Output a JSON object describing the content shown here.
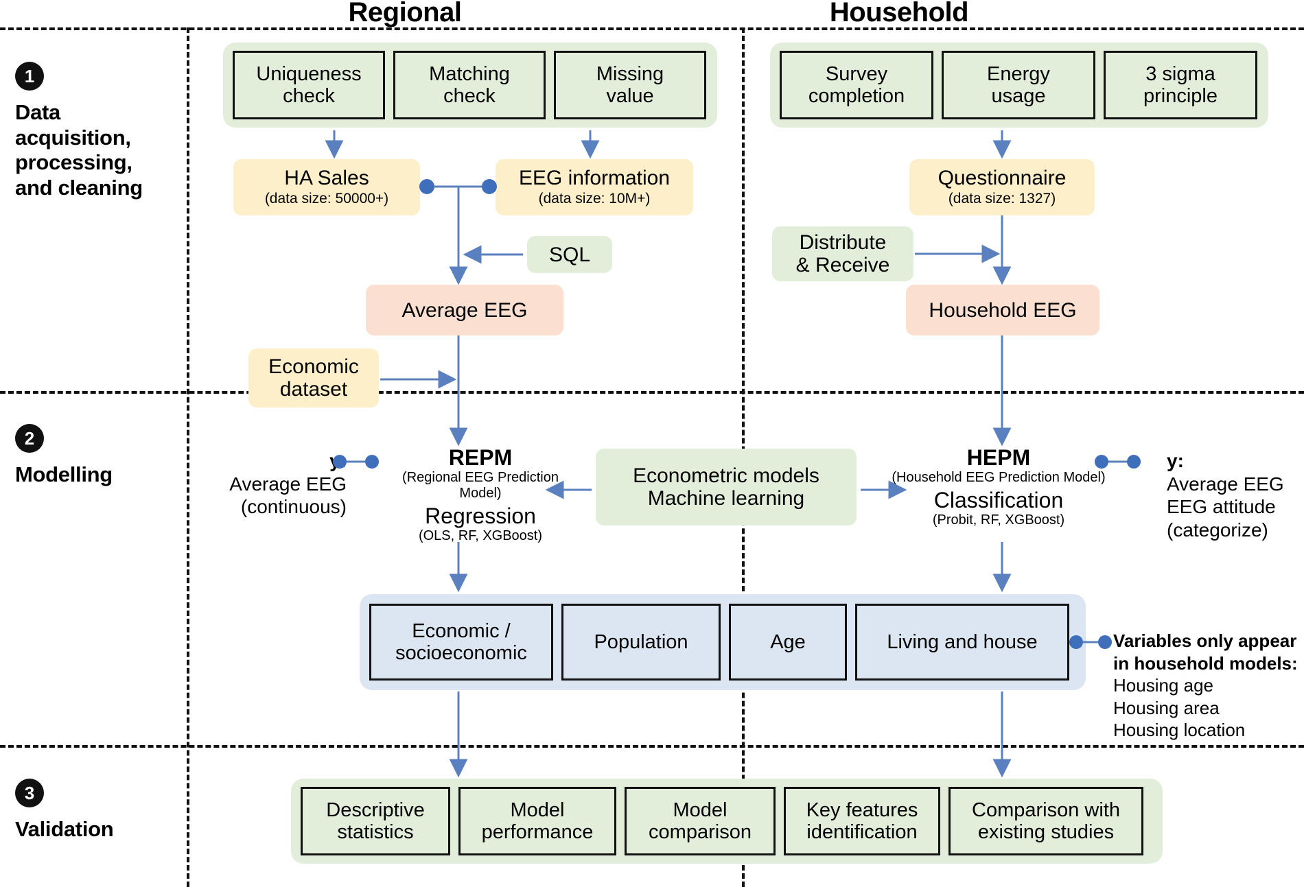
{
  "columns": {
    "regional": "Regional",
    "household": "Household"
  },
  "stages": [
    {
      "num": "1",
      "title": "Data\nacquisition,\nprocessing,\nand cleaning"
    },
    {
      "num": "2",
      "title": "Modelling"
    },
    {
      "num": "3",
      "title": "Validation"
    }
  ],
  "stage1": {
    "regional": {
      "checks": [
        "Uniqueness\ncheck",
        "Matching\ncheck",
        "Missing\nvalue"
      ],
      "sources": [
        {
          "name": "HA Sales",
          "meta": "(data size: 50000+)"
        },
        {
          "name": "EEG information",
          "meta": "(data size: 10M+)"
        }
      ],
      "tool": "SQL",
      "output": "Average EEG",
      "extra_dataset": "Economic\ndataset"
    },
    "household": {
      "checks": [
        "Survey\ncompletion",
        "Energy\nusage",
        "3 sigma\nprinciple"
      ],
      "source": {
        "name": "Questionnaire",
        "meta": "(data size: 1327)"
      },
      "tool": "Distribute\n& Receive",
      "output": "Household EEG"
    }
  },
  "stage2": {
    "regional_y": {
      "key": "y:",
      "lines": [
        "Average EEG",
        "(continuous)"
      ]
    },
    "repm": {
      "name": "REPM",
      "full": "(Regional EEG Prediction Model)",
      "kind": "Regression",
      "algos": "(OLS, RF, XGBoost)"
    },
    "center": {
      "line1": "Econometric models",
      "line2": "Machine learning"
    },
    "hepm": {
      "name": "HEPM",
      "full": "(Household EEG Prediction Model)",
      "kind": "Classification",
      "algos": "(Probit, RF, XGBoost)"
    },
    "household_y": {
      "key": "y:",
      "lines": [
        "Average EEG",
        "EEG attitude",
        "(categorize)"
      ]
    },
    "variables": [
      "Economic /\nsocioeconomic",
      "Population",
      "Age",
      "Living and house"
    ],
    "variables_note": {
      "heading": "Variables only appear\nin household models:",
      "items": [
        "Housing age",
        "Housing area",
        "Housing location"
      ]
    }
  },
  "stage3": {
    "items": [
      "Descriptive\nstatistics",
      "Model\nperformance",
      "Model\ncomparison",
      "Key features\nidentification",
      "Comparison with\nexisting studies"
    ]
  },
  "colors": {
    "green": "#e2eeda",
    "yellow": "#fdefc9",
    "pink": "#fbe0d2",
    "blue": "#dce6f2",
    "arrow": "#5b80c0",
    "ink": "#111111"
  }
}
